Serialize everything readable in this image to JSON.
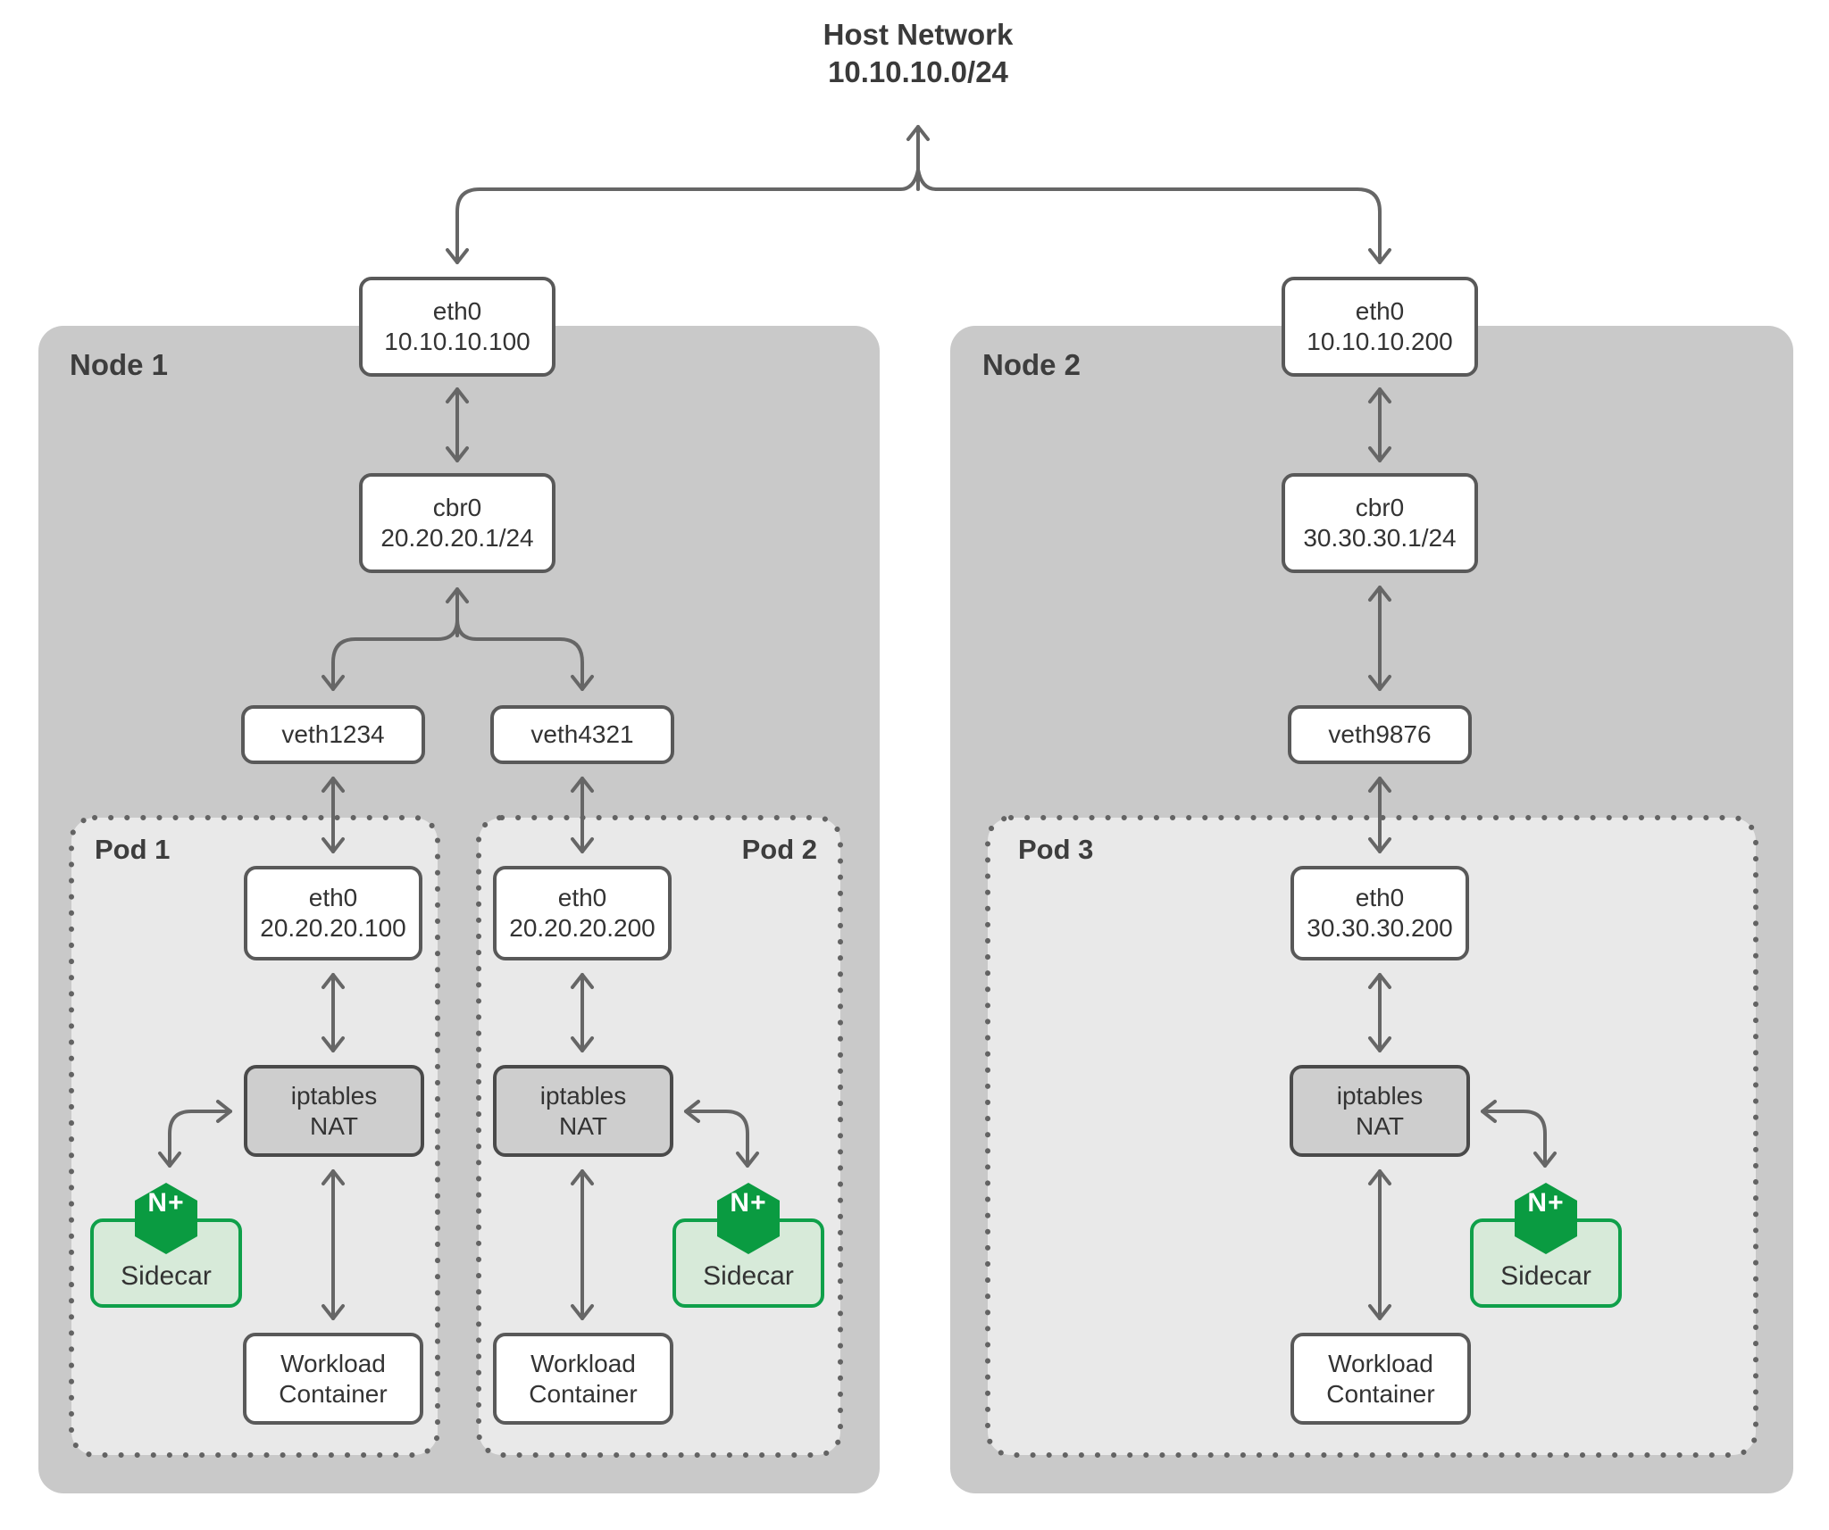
{
  "title": {
    "line1": "Host Network",
    "line2": "10.10.10.0/24"
  },
  "colors": {
    "node_fill": "#c9c9c9",
    "pod_fill": "#e9e9e9",
    "arrow": "#666666",
    "box_border": "#595959",
    "nat_fill": "#cecece",
    "sidecar_fill": "#d7ead9",
    "nginx_green": "#0a9b41",
    "text": "#333333"
  },
  "nodes": [
    {
      "label": "Node 1",
      "eth": {
        "line1": "eth0",
        "line2": "10.10.10.100"
      },
      "bridge": {
        "line1": "cbr0",
        "line2": "20.20.20.1/24"
      },
      "veths": [
        "veth1234",
        "veth4321"
      ],
      "pods": [
        {
          "label": "Pod 1",
          "eth": {
            "line1": "eth0",
            "line2": "20.20.20.100"
          },
          "nat": {
            "line1": "iptables",
            "line2": "NAT"
          },
          "logo": "N+",
          "sidecar": "Sidecar",
          "workload": {
            "line1": "Workload",
            "line2": "Container"
          }
        },
        {
          "label": "Pod 2",
          "eth": {
            "line1": "eth0",
            "line2": "20.20.20.200"
          },
          "nat": {
            "line1": "iptables",
            "line2": "NAT"
          },
          "logo": "N+",
          "sidecar": "Sidecar",
          "workload": {
            "line1": "Workload",
            "line2": "Container"
          }
        }
      ]
    },
    {
      "label": "Node 2",
      "eth": {
        "line1": "eth0",
        "line2": "10.10.10.200"
      },
      "bridge": {
        "line1": "cbr0",
        "line2": "30.30.30.1/24"
      },
      "veths": [
        "veth9876"
      ],
      "pods": [
        {
          "label": "Pod 3",
          "eth": {
            "line1": "eth0",
            "line2": "30.30.30.200"
          },
          "nat": {
            "line1": "iptables",
            "line2": "NAT"
          },
          "logo": "N+",
          "sidecar": "Sidecar",
          "workload": {
            "line1": "Workload",
            "line2": "Container"
          }
        }
      ]
    }
  ]
}
